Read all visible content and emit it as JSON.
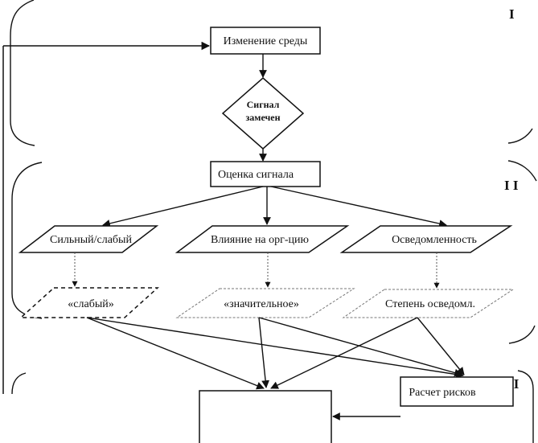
{
  "diagram": {
    "type": "flowchart",
    "sections": [
      {
        "id": "I",
        "label": "I"
      },
      {
        "id": "II",
        "label": "I I"
      },
      {
        "id": "III",
        "label": "I I I"
      }
    ],
    "nodes": {
      "env_change": {
        "label": "Изменение среды",
        "shape": "rectangle"
      },
      "signal_noticed": {
        "label_line1": "Сигнал",
        "label_line2": "замечен",
        "shape": "diamond"
      },
      "signal_eval": {
        "label": "Оценка сигнала",
        "shape": "rectangle"
      },
      "strong_weak": {
        "label": "Сильный/слабый",
        "shape": "parallelogram"
      },
      "org_impact": {
        "label": "Влияние на орг-цию",
        "shape": "parallelogram"
      },
      "awareness": {
        "label": "Осведомленность",
        "shape": "parallelogram"
      },
      "weak_value": {
        "label": "«слабый»",
        "shape": "parallelogram-dashed"
      },
      "significant_value": {
        "label": "«значительное»",
        "shape": "parallelogram-dotted"
      },
      "awareness_degree": {
        "label": "Степень осведомл.",
        "shape": "parallelogram-dotted"
      },
      "risk_calc": {
        "label": "Расчет рисков",
        "shape": "rectangle"
      },
      "result_box": {
        "label": "",
        "shape": "rectangle-open"
      }
    },
    "edges": [
      {
        "from": "feedback_loop",
        "to": "env_change",
        "style": "solid"
      },
      {
        "from": "env_change",
        "to": "signal_noticed",
        "style": "solid"
      },
      {
        "from": "signal_noticed",
        "to": "signal_eval",
        "style": "solid"
      },
      {
        "from": "signal_eval",
        "to": "strong_weak",
        "style": "solid"
      },
      {
        "from": "signal_eval",
        "to": "org_impact",
        "style": "solid"
      },
      {
        "from": "signal_eval",
        "to": "awareness",
        "style": "solid"
      },
      {
        "from": "strong_weak",
        "to": "weak_value",
        "style": "dotted"
      },
      {
        "from": "org_impact",
        "to": "significant_value",
        "style": "dotted"
      },
      {
        "from": "awareness",
        "to": "awareness_degree",
        "style": "dotted"
      },
      {
        "from": "weak_value",
        "to": "result_box",
        "style": "solid"
      },
      {
        "from": "weak_value",
        "to": "risk_calc",
        "style": "solid"
      },
      {
        "from": "significant_value",
        "to": "result_box",
        "style": "solid"
      },
      {
        "from": "significant_value",
        "to": "risk_calc",
        "style": "solid"
      },
      {
        "from": "awareness_degree",
        "to": "result_box",
        "style": "solid"
      },
      {
        "from": "awareness_degree",
        "to": "risk_calc",
        "style": "solid"
      },
      {
        "from": "risk_calc",
        "to": "result_box",
        "style": "solid"
      }
    ]
  }
}
